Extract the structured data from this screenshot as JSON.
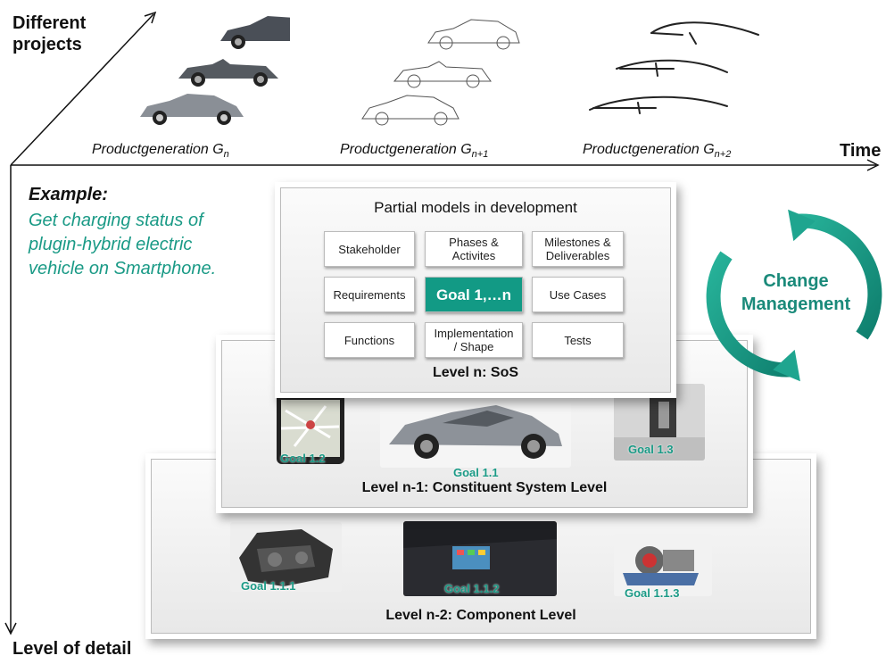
{
  "axes": {
    "projects_label_1": "Different",
    "projects_label_2": "projects",
    "time_label": "Time",
    "detail_label": "Level of detail"
  },
  "generations": {
    "g1_base": "Productgeneration G",
    "g1_sub": "n",
    "g2_base": "Productgeneration G",
    "g2_sub": "n+1",
    "g3_base": "Productgeneration G",
    "g3_sub": "n+2"
  },
  "example": {
    "heading": "Example:",
    "line1": "Get charging status of",
    "line2": "plugin-hybrid electric",
    "line3": "vehicle on Smartphone."
  },
  "sos_layer": {
    "title": "Partial models in development",
    "level": "Level n: SoS",
    "cells": {
      "stakeholder": "Stakeholder",
      "phases_1": "Phases &",
      "phases_2": "Activites",
      "milestones_1": "Milestones &",
      "milestones_2": "Deliverables",
      "requirements": "Requirements",
      "goal": "Goal 1,…n",
      "use_cases": "Use Cases",
      "functions": "Functions",
      "impl_1": "Implementation",
      "impl_2": "/ Shape",
      "tests": "Tests"
    }
  },
  "constituent_layer": {
    "level": "Level n-1: Constituent System Level",
    "goal_a": "Goal 1.2",
    "goal_b": "Goal 1.1",
    "goal_c": "Goal 1.3"
  },
  "component_layer": {
    "level": "Level n-2: Component Level",
    "goal_a": "Goal 1.1.1",
    "goal_b": "Goal 1.1.2",
    "goal_c": "Goal 1.1.3"
  },
  "change_management": {
    "line1": "Change",
    "line2": "Management",
    "color": "#1a9a86"
  }
}
